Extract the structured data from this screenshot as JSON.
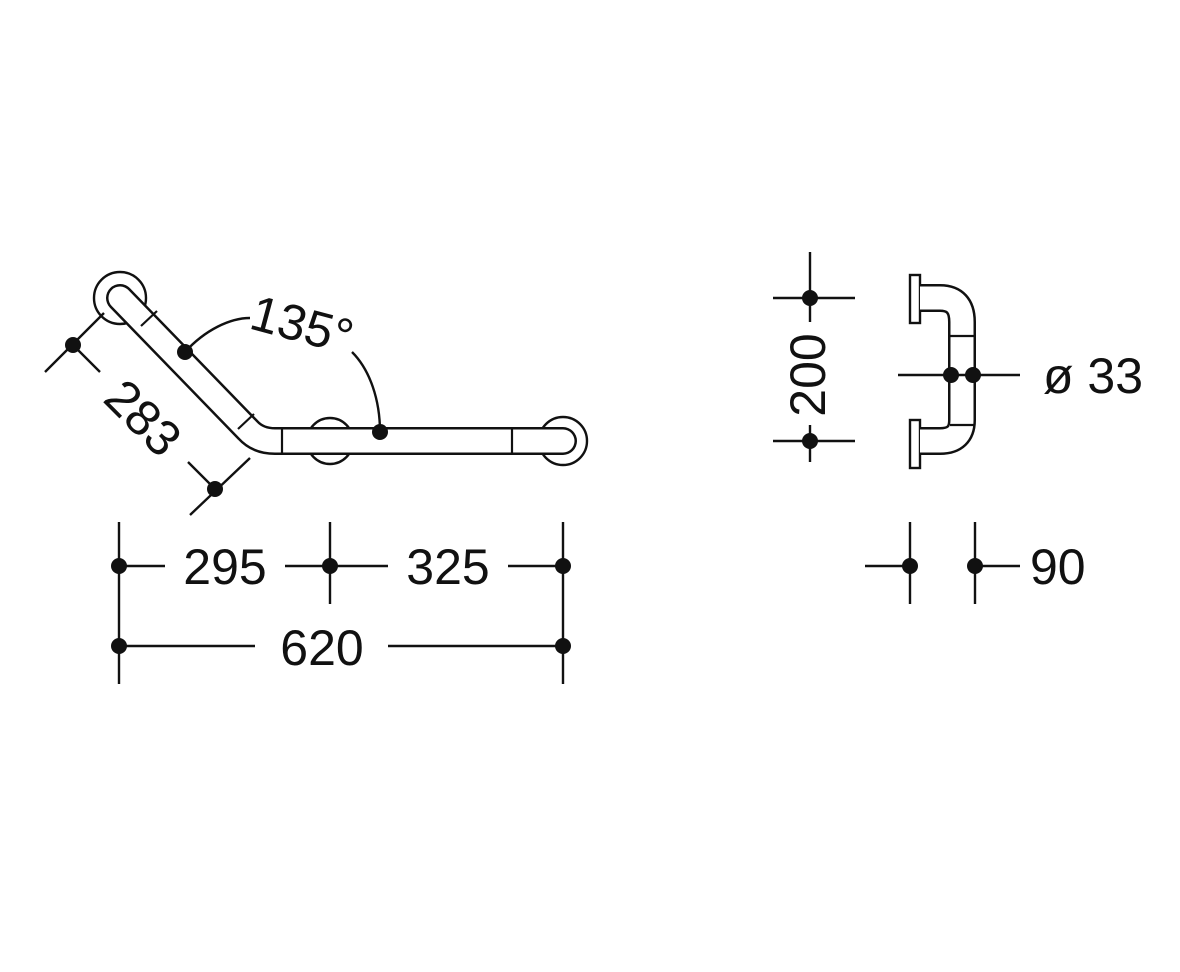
{
  "colors": {
    "line": "#111111",
    "background": "#ffffff"
  },
  "front_view": {
    "angle_label": "135°",
    "diagonal_length_label": "283",
    "left_length_label": "295",
    "right_length_label": "325",
    "total_length_label": "620"
  },
  "side_view": {
    "height_label": "200",
    "diameter_label": "ø 33",
    "projection_label": "90"
  }
}
